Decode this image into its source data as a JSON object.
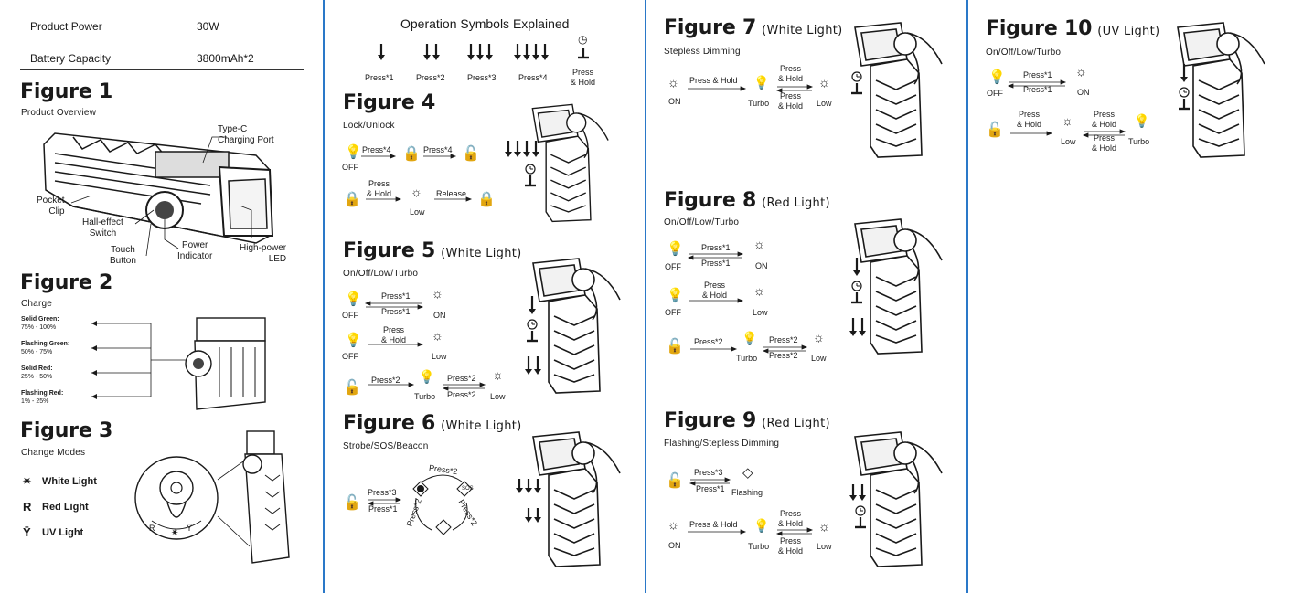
{
  "specs": [
    {
      "label": "Product Power",
      "value": "30W"
    },
    {
      "label": "Battery Capacity",
      "value": "3800mAh*2"
    }
  ],
  "fig1": {
    "title": "Figure 1",
    "subtitle": "Product Overview",
    "callouts": {
      "typec": "Type-C\nCharging Port",
      "pocket": "Pocket\nClip",
      "hall": "Hall-effect\nSwitch",
      "touch": "Touch\nButton",
      "power": "Power\nIndicator",
      "led": "High-power\nLED"
    }
  },
  "fig2": {
    "title": "Figure 2",
    "subtitle": "Charge",
    "states": [
      {
        "name": "Solid Green:",
        "range": "75% - 100%"
      },
      {
        "name": "Flashing Green:",
        "range": "50% - 75%"
      },
      {
        "name": "Solid Red:",
        "range": "25% - 50%"
      },
      {
        "name": "Flashing Red:",
        "range": "1% - 25%"
      }
    ]
  },
  "fig3": {
    "title": "Figure 3",
    "subtitle": "Change Modes",
    "modes": [
      "White Light",
      "Red Light",
      "UV Light"
    ],
    "dial": {
      "r": "R",
      "uv": "Ȳ"
    }
  },
  "symbols": {
    "title": "Operation Symbols Explained",
    "items": [
      "Press*1",
      "Press*2",
      "Press*3",
      "Press*4",
      "Press\n& Hold"
    ]
  },
  "fig4": {
    "title": "Figure 4",
    "subtitle": "Lock/Unlock",
    "off": "OFF",
    "press4": "Press*4",
    "press_hold": "Press\n& Hold",
    "low": "Low",
    "release": "Release"
  },
  "fig5": {
    "title": "Figure 5",
    "mode": "(White Light)",
    "subtitle": "On/Off/Low/Turbo",
    "press1": "Press*1",
    "off": "OFF",
    "on": "ON",
    "press_hold": "Press\n& Hold",
    "low": "Low",
    "press2": "Press*2",
    "turbo": "Turbo"
  },
  "fig6": {
    "title": "Figure 6",
    "mode": "(White Light)",
    "subtitle": "Strobe/SOS/Beacon",
    "press3": "Press*3",
    "press1": "Press*1",
    "press2": "Press*2",
    "sos": "SOS"
  },
  "fig7": {
    "title": "Figure 7",
    "mode": "(White Light)",
    "subtitle": "Stepless Dimming",
    "on": "ON",
    "press_hold": "Press & Hold",
    "turbo": "Turbo",
    "ph": "Press\n& Hold",
    "low": "Low"
  },
  "fig8": {
    "title": "Figure 8",
    "mode": "(Red Light)",
    "subtitle": "On/Off/Low/Turbo",
    "press1": "Press*1",
    "off": "OFF",
    "on": "ON",
    "press_hold": "Press\n& Hold",
    "low": "Low",
    "press2": "Press*2",
    "turbo": "Turbo"
  },
  "fig9": {
    "title": "Figure 9",
    "mode": "(Red Light)",
    "subtitle": "Flashing/Stepless Dimming",
    "press3": "Press*3",
    "press1": "Press*1",
    "flashing": "Flashing",
    "on": "ON",
    "press_hold": "Press & Hold",
    "turbo": "Turbo",
    "ph": "Press\n& Hold",
    "low": "Low"
  },
  "fig10": {
    "title": "Figure 10",
    "mode": "(UV Light)",
    "subtitle": "On/Off/Low/Turbo",
    "press1": "Press*1",
    "off": "OFF",
    "on": "ON",
    "press_hold": "Press\n& Hold",
    "low": "Low",
    "turbo": "Turbo"
  },
  "colors": {
    "divider": "#2a78c8",
    "ink": "#1a1a1a"
  }
}
